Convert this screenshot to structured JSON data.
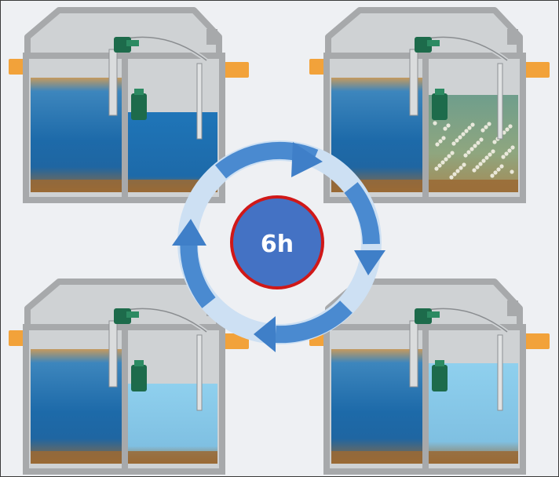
{
  "cycle": {
    "duration_label": "6h",
    "badge_fill": "#4472c4",
    "badge_stroke": "#d01818",
    "arrow_color": "#3f7fc8"
  },
  "tanks": [
    {
      "id": "top-left",
      "stage": 1,
      "right_chamber": "fill",
      "water": "#1f6fb0"
    },
    {
      "id": "top-right",
      "stage": 2,
      "right_chamber": "aeration",
      "water": "#7f9c82"
    },
    {
      "id": "bottom-right",
      "stage": 3,
      "right_chamber": "settle",
      "water": "#86c6e6"
    },
    {
      "id": "bottom-left",
      "stage": 4,
      "right_chamber": "discharge",
      "water": "#86c6e6"
    }
  ],
  "colors": {
    "concrete": "#a7a9ab",
    "concrete_dark": "#7d7f82",
    "air_space": "#cfd2d4",
    "sludge": "#9a6a35",
    "left_water": "#1f6fb0",
    "pipe": "#f2a23a",
    "pump": "#1d6b4b"
  }
}
